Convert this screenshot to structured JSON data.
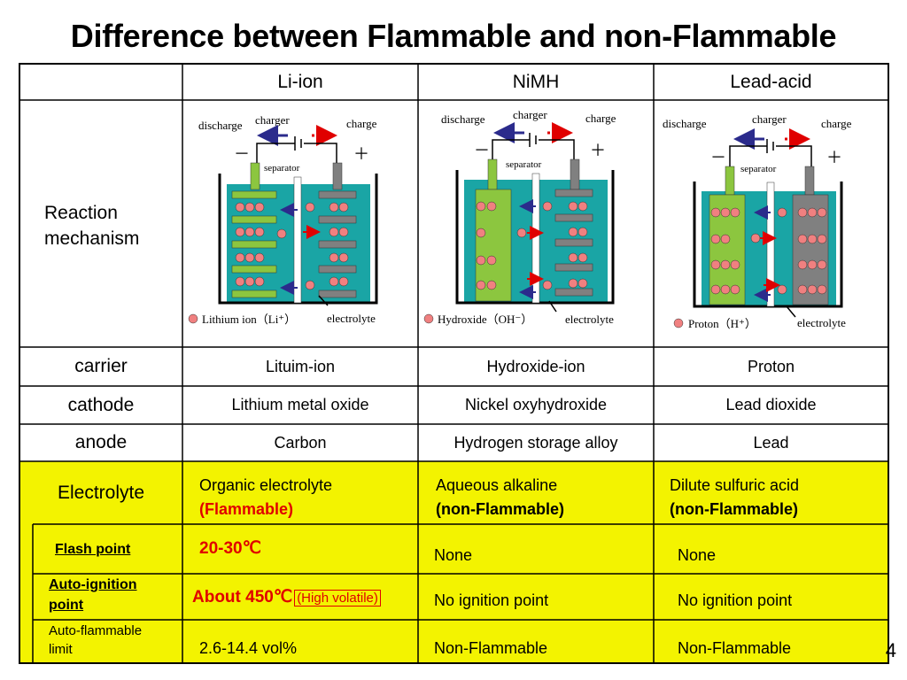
{
  "title": "Difference between Flammable and non-Flammable",
  "columns": [
    "Li-ion",
    "NiMH",
    "Lead-acid"
  ],
  "reaction_label": "Reaction mechanism",
  "diagram": {
    "charger": "charger",
    "discharge": "discharge",
    "charge": "charge",
    "separator": "separator",
    "electrolyte": "electrolyte",
    "minus": "－",
    "plus": "＋",
    "li_legend": "Lithium ion（Li⁺）",
    "nimh_legend": "Hydroxide（OH⁻）",
    "lead_legend": "Proton（H⁺）",
    "colors": {
      "water": "#1aa5a5",
      "anode": "#8cc63f",
      "cathode": "#808080",
      "ion": "#f08080",
      "discharge_arrow": "#2b2b8c",
      "charge_arrow": "#e00000"
    }
  },
  "rows": {
    "carrier": {
      "label": "carrier",
      "values": [
        "Lituim-ion",
        "Hydroxide-ion",
        "Proton"
      ]
    },
    "cathode": {
      "label": "cathode",
      "values": [
        "Lithium metal oxide",
        "Nickel oxyhydroxide",
        "Lead dioxide"
      ]
    },
    "anode": {
      "label": "anode",
      "values": [
        "Carbon",
        "Hydrogen storage alloy",
        "Lead"
      ]
    }
  },
  "electrolyte": {
    "label": "Electrolyte",
    "values": [
      {
        "line1": "Organic electrolyte",
        "line2": "(Flammable)"
      },
      {
        "line1": "Aqueous alkaline",
        "line2": "(non-Flammable)"
      },
      {
        "line1": "Dilute sulfuric acid",
        "line2": "(non-Flammable)"
      }
    ]
  },
  "flash_point": {
    "label": "Flash point",
    "values": [
      "20-30℃",
      "None",
      "None"
    ]
  },
  "auto_ignition": {
    "label_line1": "Auto-ignition",
    "label_line2": "point",
    "li_value": "About 450℃",
    "li_note": "(High volatile)",
    "values": [
      "No ignition point",
      "No ignition point"
    ]
  },
  "auto_flammable": {
    "label_line1": "Auto-flammable",
    "label_line2": "limit",
    "values": [
      "2.6-14.4 vol%",
      "Non-Flammable",
      "Non-Flammable"
    ]
  },
  "page_number": "4"
}
